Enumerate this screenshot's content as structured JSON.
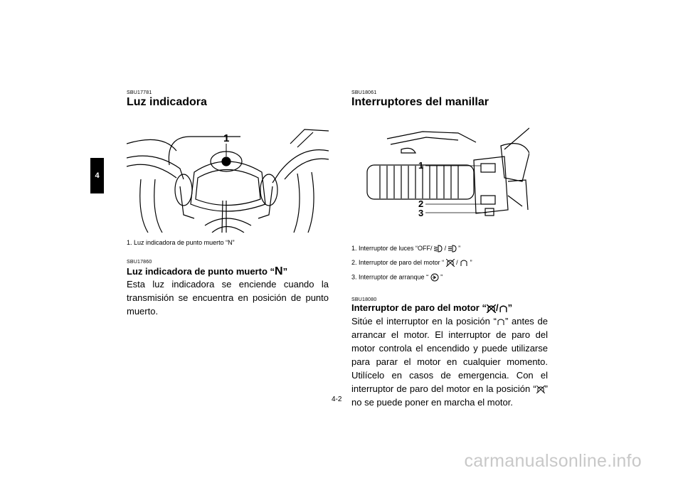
{
  "chapter_tab": "4",
  "left": {
    "code1": "SBU17781",
    "title": "Luz indicadora",
    "fig_label": "1",
    "caption": "1. Luz indicadora de punto muerto “N”",
    "code2": "SBU17860",
    "subtitle_prefix": "Luz indicadora de punto muerto “",
    "subtitle_symbol": "N",
    "subtitle_suffix": "”",
    "paragraph": "Esta luz indicadora se enciende cuando la transmisión se encuentra en posición de punto muerto."
  },
  "right": {
    "code1": "SBU18061",
    "title": "Interruptores del manillar",
    "fig_labels": [
      "1",
      "2",
      "3"
    ],
    "captions": [
      {
        "prefix": "1. Interruptor de luces “OFF/",
        "mid": "/",
        "suffix": "”"
      },
      {
        "prefix": "2. Interruptor de paro del motor “",
        "mid": "/",
        "suffix": "”"
      },
      {
        "prefix": "3. Interruptor de arranque “",
        "suffix": "”"
      }
    ],
    "code2": "SBU18080",
    "subtitle_prefix": "Interruptor de paro del motor “",
    "subtitle_mid": "/",
    "subtitle_suffix": "”",
    "paragraph_lines": [
      "Sitúe el interruptor en la posición “",
      "” antes de arrancar el motor. El interruptor de paro del motor controla el encendido y puede utilizarse para parar el motor en cualquier momento. Utilícelo en casos de emergencia. Con el interruptor de paro del motor en la posición “",
      "” no se puede poner en marcha el motor."
    ]
  },
  "page_number": "4-2",
  "watermark": "carmanualsonline.info",
  "icons": [
    "headlight-low-icon",
    "headlight-high-icon",
    "engine-stop-icon",
    "engine-run-icon",
    "starter-icon"
  ]
}
